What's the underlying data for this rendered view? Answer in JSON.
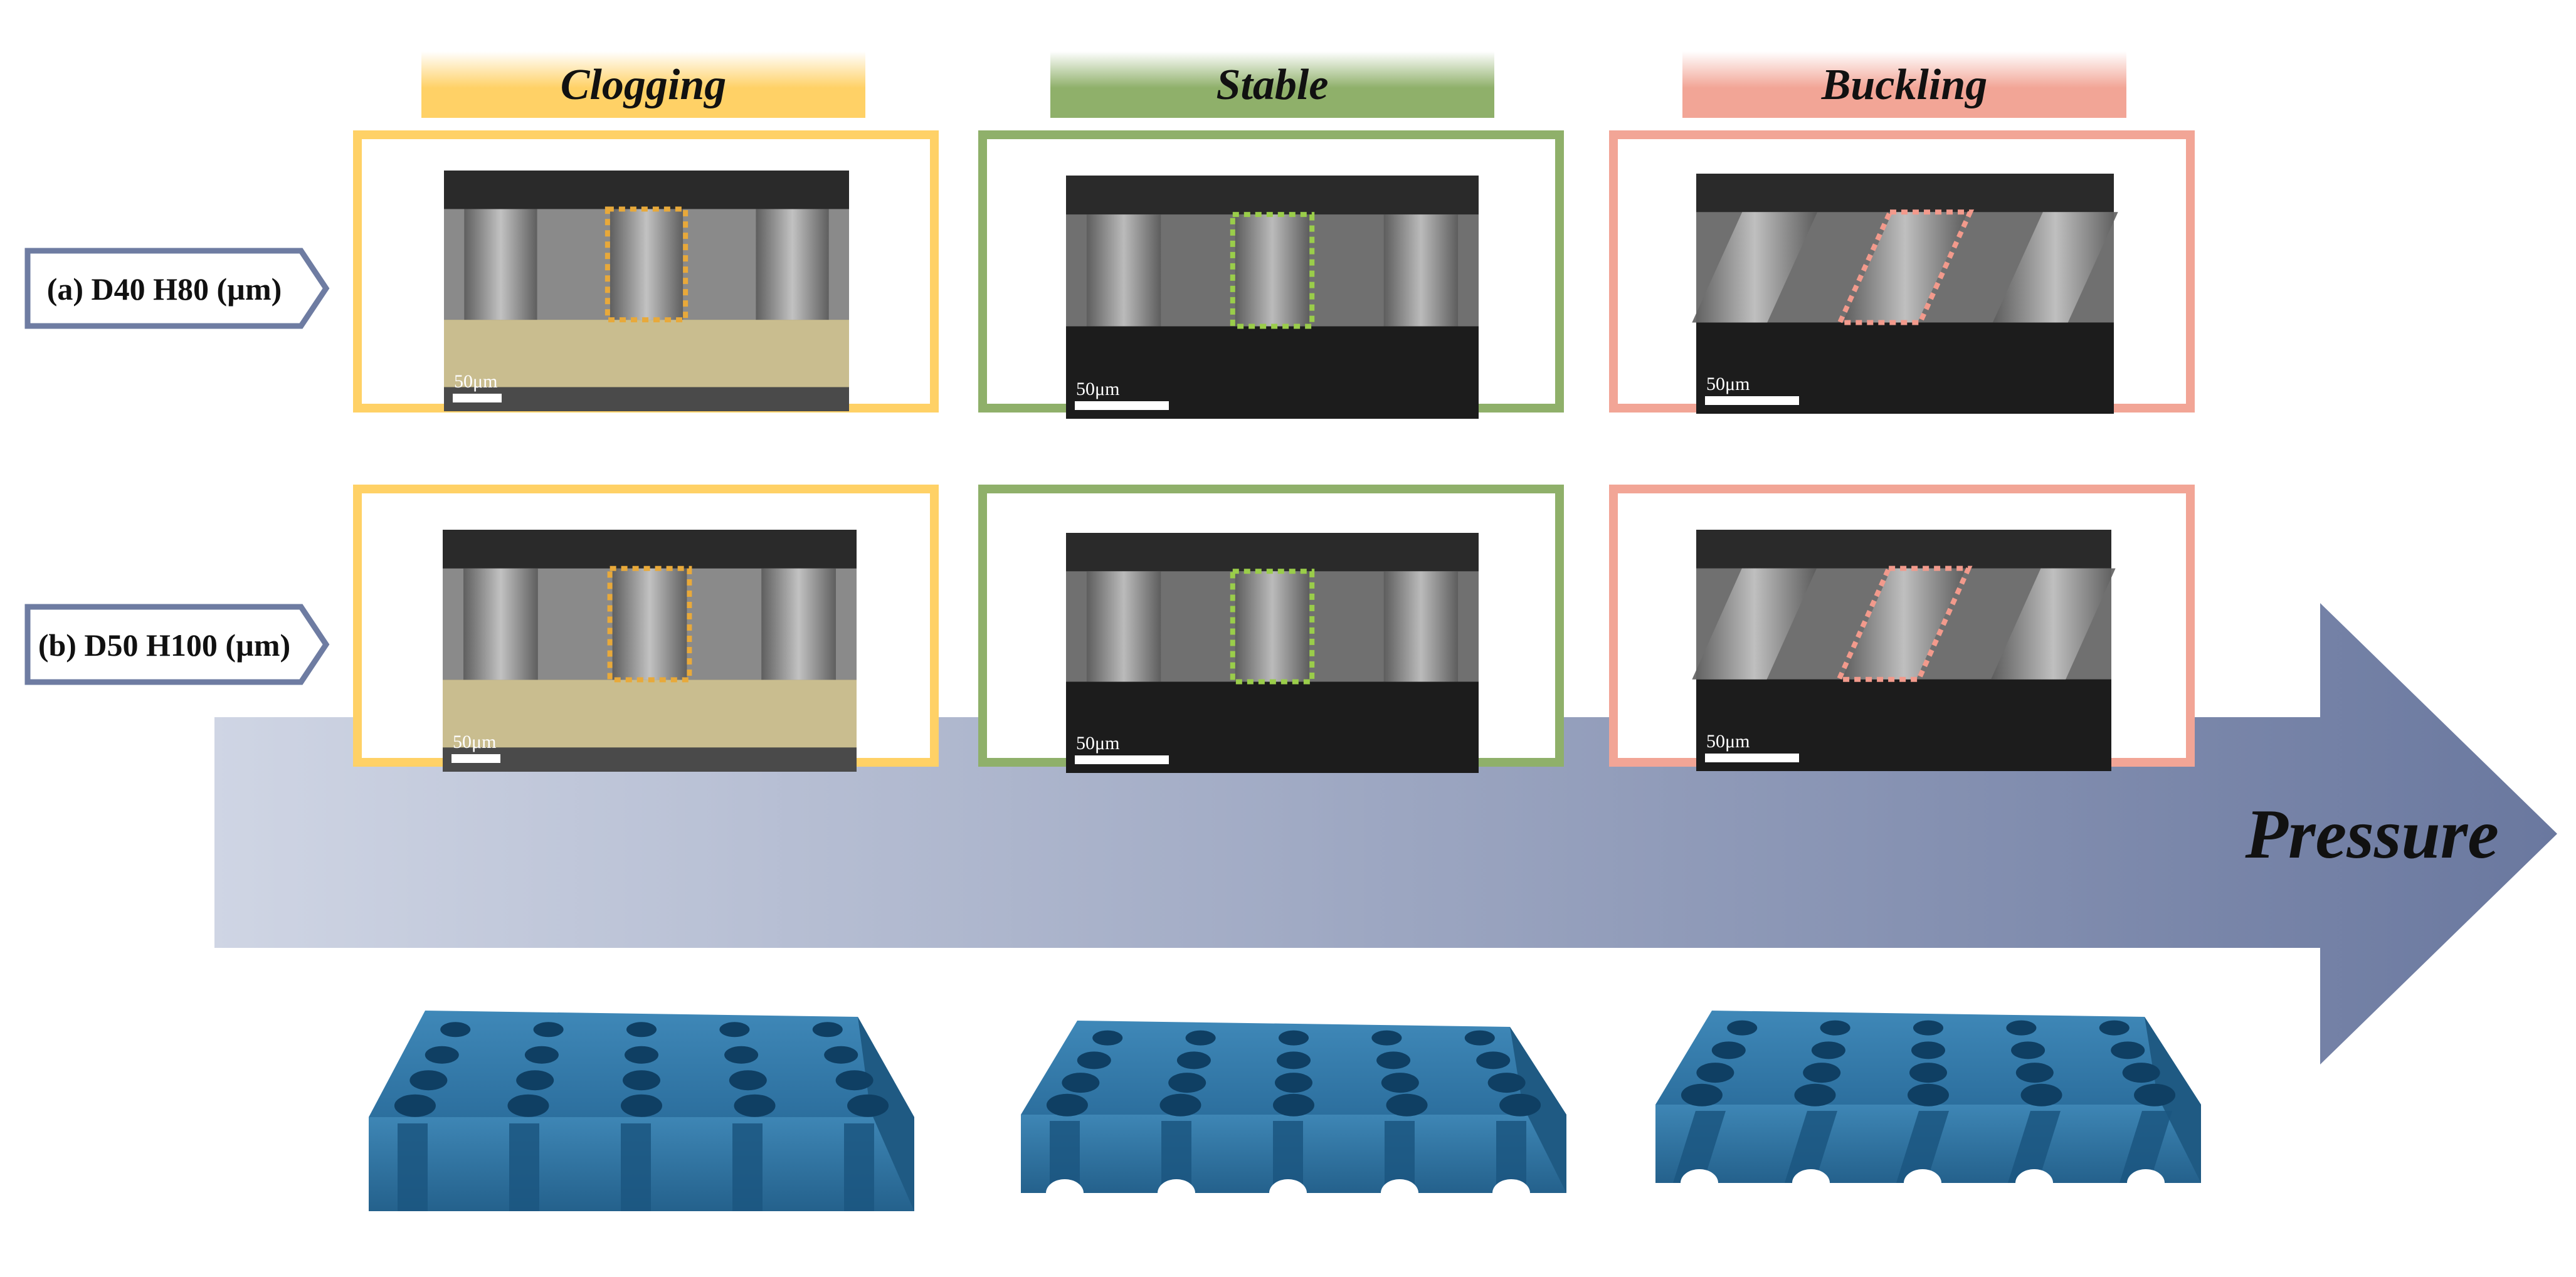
{
  "columns": [
    {
      "title": "Clogging",
      "color": "#FFD166"
    },
    {
      "title": "Stable",
      "color": "#8FB06A"
    },
    {
      "title": "Buckling",
      "color": "#F2A596"
    }
  ],
  "rows": [
    {
      "label": "(a) D40 H80 (µm)"
    },
    {
      "label": "(b) D50 H100 (µm)"
    }
  ],
  "scale_bar_label": "50μm",
  "arrow": {
    "label": "Pressure",
    "color_start": "#CFD5E4",
    "color_end": "#6A789F"
  },
  "row_tag_color": "#6E7CA2",
  "membrane_color": "#2F77A5",
  "sem_icon": "sem-micrograph"
}
